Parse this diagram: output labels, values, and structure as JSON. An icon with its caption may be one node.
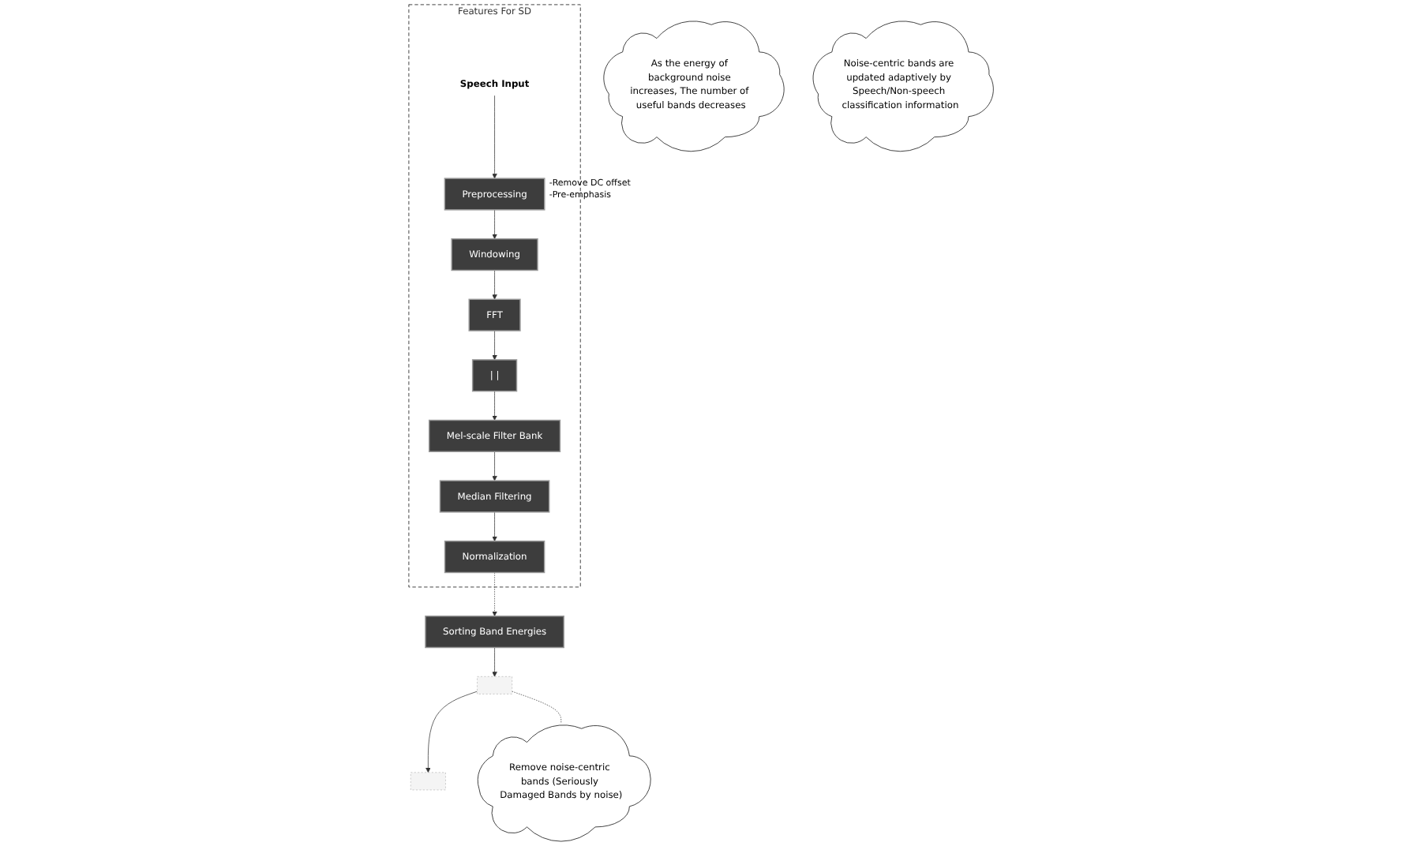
{
  "diagram": {
    "nodes": [
      {
        "text": [
          "Features For SD"
        ]
      },
      {
        "text": [
          "Speech Input"
        ],
        "in": 0
      },
      {
        "text": [
          "Preprocessing"
        ],
        "in": 0,
        "beside": [
          "-Remove DC offset",
          "-Pre-emphasis"
        ]
      },
      {
        "text": [
          "Windowing"
        ],
        "in": 0
      },
      {
        "text": [
          "FFT"
        ],
        "in": 0
      },
      {
        "text": [
          "| |"
        ],
        "in": 0
      },
      {
        "text": [
          "Mel-scale Filter Bank"
        ],
        "in": 0
      },
      {
        "text": [
          "Median Filtering"
        ],
        "in": 0
      },
      {
        "text": [
          "Normalization"
        ],
        "in": 0
      },
      {
        "text": [
          "Sorting Band Energies"
        ]
      },
      {
        "text": [],
        "shape": "box"
      },
      {
        "text": [],
        "shape": "box"
      },
      {
        "text": [
          "Remove noise-centric bands (Seriously Damaged Bands by noise)"
        ]
      },
      {
        "text": [
          "As the energy of background noise increases, The number of useful bands decreases"
        ]
      },
      {
        "text": [
          "Noise-centric bands are updated adaptively by Speech/Non-speech classification information"
        ]
      }
    ],
    "edges": [
      {
        "from": 1,
        "to": 2,
        "arrow": "to"
      },
      {
        "from": 2,
        "to": 3,
        "arrow": "to"
      },
      {
        "from": 3,
        "to": 4,
        "arrow": "to"
      },
      {
        "from": 4,
        "to": 5,
        "arrow": "to"
      },
      {
        "from": 5,
        "to": 6,
        "arrow": "to"
      },
      {
        "from": 6,
        "to": 7,
        "arrow": "to"
      },
      {
        "from": 7,
        "to": 8,
        "arrow": "to"
      },
      {
        "from": 8,
        "to": 9,
        "arrow": "to",
        "style": "dashed"
      },
      {
        "from": 9,
        "to": 10,
        "arrow": "to"
      },
      {
        "from": 10,
        "to": 11,
        "arrow": "to"
      },
      {
        "from": 10,
        "to": 12,
        "arrow": "none",
        "style": "dashed"
      }
    ]
  }
}
